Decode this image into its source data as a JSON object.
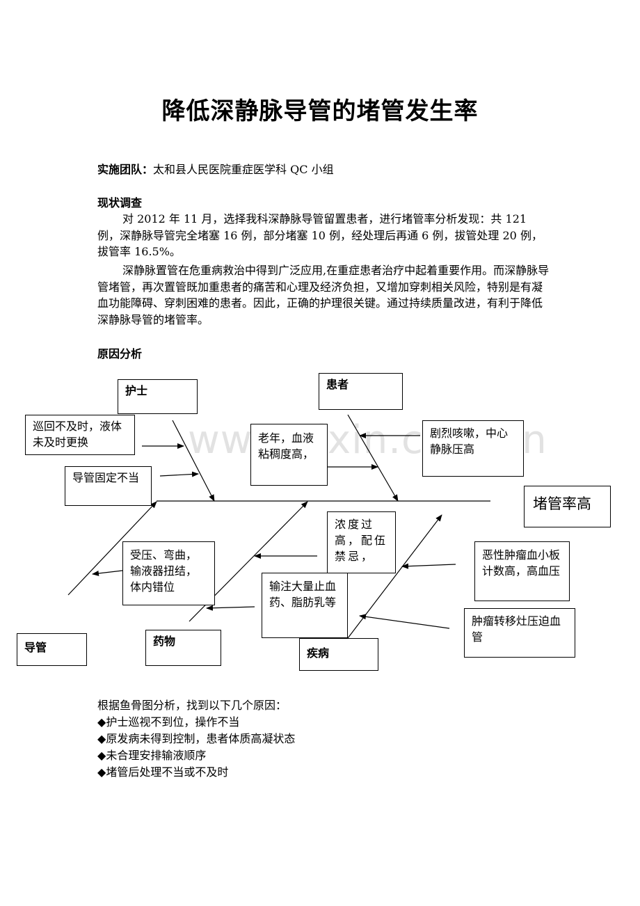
{
  "title": "降低深静脉导管的堵管发生率",
  "team": {
    "label": "实施团队",
    "colon": "：",
    "value": "太和县人民医院重症医学科 QC 小组"
  },
  "status": {
    "heading": "现状调查",
    "p1": "对 2012 年 11 月，选择我科深静脉导管留置患者，进行堵管率分析发现：共 121 例，深静脉导管完全堵塞 16 例，部分堵塞 10 例，经处理后再通 6 例，拔管处理 20 例，拔管率 16.5%。",
    "p2": "深静脉置管在危重病救治中得到广泛应用,在重症患者治疗中起着重要作用。而深静脉导管堵管，再次置管既加重患者的痛苦和心理及经济负担，又增加穿刺相关风险，特别是有凝血功能障碍、穿刺困难的患者。因此，正确的护理很关键。通过持续质量改进，有利于降低深静脉导管的堵管率。"
  },
  "analysis_heading": "原因分析",
  "watermark": "www.zixin.com.cn",
  "fishbone": {
    "head": "堵管率高",
    "categories": {
      "nurse": "护士",
      "patient": "患者",
      "catheter": "导管",
      "drug": "药物",
      "disease": "疾病"
    },
    "causes": {
      "patrol": "巡回不及时，液体未及时更换",
      "fixation": "导管固定不当",
      "elderly": "老年，血液粘稠度高，",
      "cough": "剧烈咳嗽，中心静脉压高",
      "compression": "受压、弯曲，输液器扭结，体内错位",
      "concentration": "浓度过高，配伍禁忌，",
      "hemostatic": "输注大量止血药、脂肪乳等",
      "tumor_platelet": "恶性肿瘤血小板计数高，高血压",
      "metastasis": "肿瘤转移灶压迫血管"
    }
  },
  "conclusion": {
    "intro": "根据鱼骨图分析，找到以下几个原因：",
    "bullet": "◆",
    "items": [
      "护士巡视不到位，操作不当",
      "原发病未得到控制，患者体质高凝状态",
      "未合理安排输液顺序",
      "堵管后处理不当或不及时"
    ]
  }
}
